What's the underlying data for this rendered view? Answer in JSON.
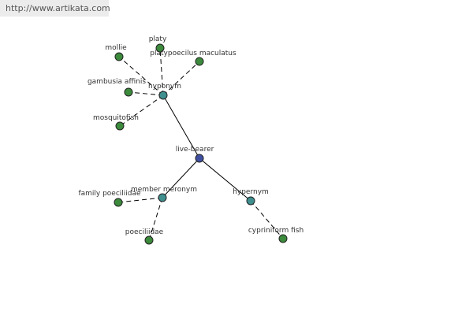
{
  "site": {
    "url": "http://www.artikata.com"
  },
  "graph": {
    "colors": {
      "root": "#3f4fa0",
      "relation": "#3f8f8f",
      "leaf": "#3c8a3c",
      "edge": "#000000"
    },
    "nodes": [
      {
        "id": "live_bearer",
        "label": "live-bearer",
        "kind": "root"
      },
      {
        "id": "hyponym",
        "label": "hyponym",
        "kind": "relation"
      },
      {
        "id": "member_meronym",
        "label": "member meronym",
        "kind": "relation"
      },
      {
        "id": "hypernym",
        "label": "hypernym",
        "kind": "relation"
      },
      {
        "id": "mollie",
        "label": "mollie",
        "kind": "leaf"
      },
      {
        "id": "platy",
        "label": "platy",
        "kind": "leaf"
      },
      {
        "id": "platypoecilus_maculatus",
        "label": "platypoecilus maculatus",
        "kind": "leaf"
      },
      {
        "id": "gambusia_affinis",
        "label": "gambusia affinis",
        "kind": "leaf"
      },
      {
        "id": "mosquitofish",
        "label": "mosquitofish",
        "kind": "leaf"
      },
      {
        "id": "family_poeciliidae",
        "label": "family poeciliidae",
        "kind": "leaf"
      },
      {
        "id": "poeciliidae",
        "label": "poeciliidae",
        "kind": "leaf"
      },
      {
        "id": "cypriniform_fish",
        "label": "cypriniform fish",
        "kind": "leaf"
      }
    ],
    "edges": [
      {
        "from": "live_bearer",
        "to": "hyponym",
        "style": "solid"
      },
      {
        "from": "live_bearer",
        "to": "member_meronym",
        "style": "solid"
      },
      {
        "from": "live_bearer",
        "to": "hypernym",
        "style": "solid"
      },
      {
        "from": "hyponym",
        "to": "mollie",
        "style": "dashed"
      },
      {
        "from": "hyponym",
        "to": "platy",
        "style": "dashed"
      },
      {
        "from": "hyponym",
        "to": "platypoecilus_maculatus",
        "style": "dashed"
      },
      {
        "from": "hyponym",
        "to": "gambusia_affinis",
        "style": "dashed"
      },
      {
        "from": "hyponym",
        "to": "mosquitofish",
        "style": "dashed"
      },
      {
        "from": "member_meronym",
        "to": "family_poeciliidae",
        "style": "dashed"
      },
      {
        "from": "member_meronym",
        "to": "poeciliidae",
        "style": "dashed"
      },
      {
        "from": "hypernym",
        "to": "cypriniform_fish",
        "style": "dashed"
      }
    ]
  }
}
